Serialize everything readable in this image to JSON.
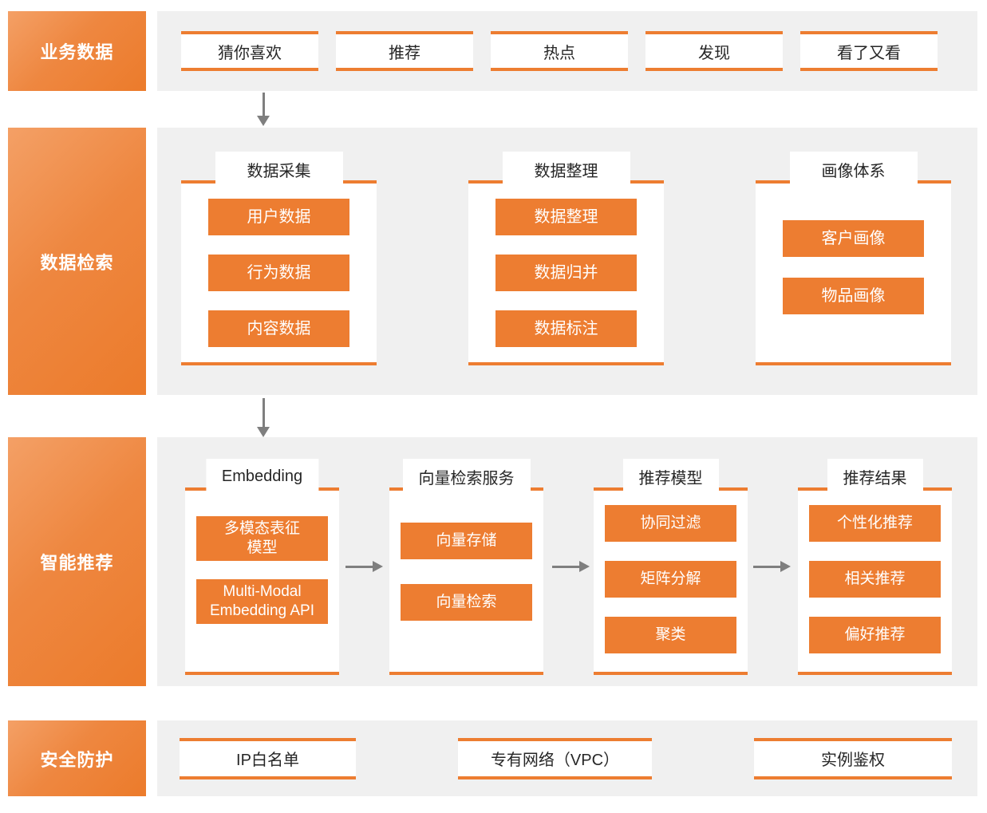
{
  "colors": {
    "accent": "#ED7D31",
    "accent_gradient_light": "#F4A066",
    "band_background": "#F0F0F0",
    "arrow": "#7F7F7F",
    "text_dark": "#262626",
    "text_light": "#FFFFFF"
  },
  "bands": [
    {
      "label": "业务数据",
      "items": [
        "猜你喜欢",
        "推荐",
        "热点",
        "发现",
        "看了又看"
      ]
    },
    {
      "label": "数据检索",
      "groups": [
        {
          "title": "数据采集",
          "items": [
            "用户数据",
            "行为数据",
            "内容数据"
          ]
        },
        {
          "title": "数据整理",
          "items": [
            "数据整理",
            "数据归并",
            "数据标注"
          ]
        },
        {
          "title": "画像体系",
          "items": [
            "客户画像",
            "物品画像"
          ]
        }
      ]
    },
    {
      "label": "智能推荐",
      "groups": [
        {
          "title": "Embedding",
          "items": [
            "多模态表征\n模型",
            "Multi-Modal\nEmbedding API"
          ]
        },
        {
          "title": "向量检索服务",
          "items": [
            "向量存储",
            "向量检索"
          ]
        },
        {
          "title": "推荐模型",
          "items": [
            "协同过滤",
            "矩阵分解",
            "聚类"
          ]
        },
        {
          "title": "推荐结果",
          "items": [
            "个性化推荐",
            "相关推荐",
            "偏好推荐"
          ]
        }
      ]
    },
    {
      "label": "安全防护",
      "items": [
        "IP白名单",
        "专有网络（VPC）",
        "实例鉴权"
      ]
    }
  ]
}
